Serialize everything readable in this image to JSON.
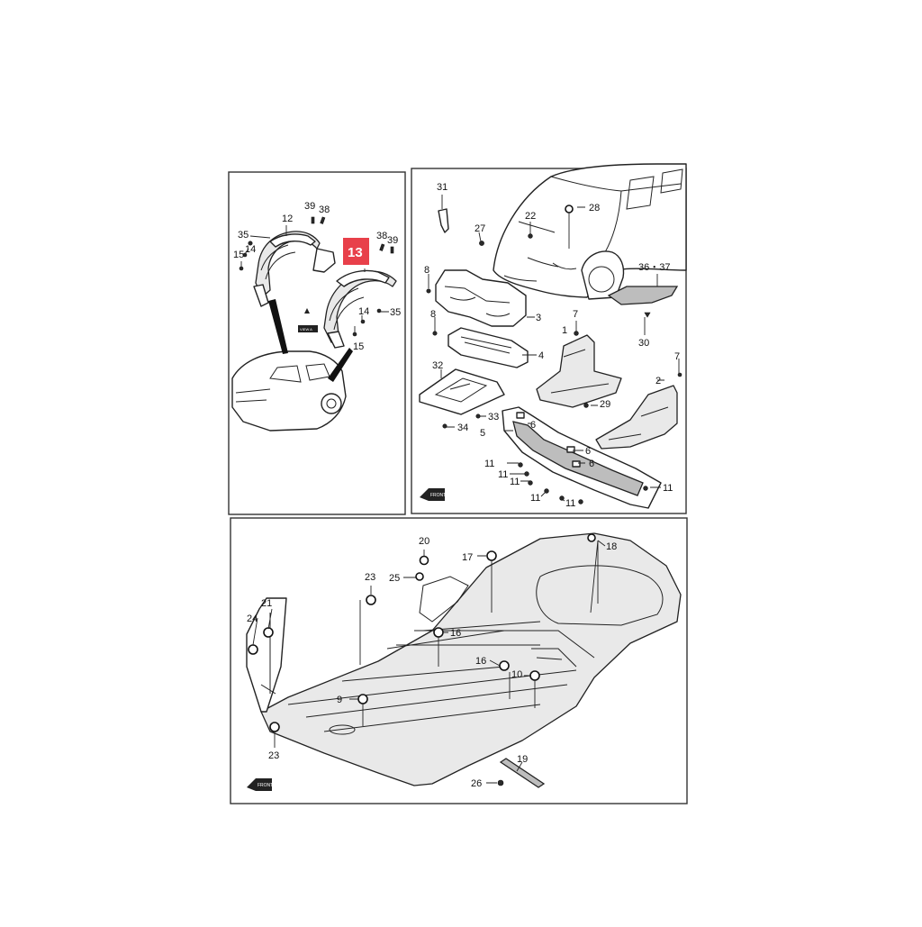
{
  "highlight": {
    "label": "13",
    "color": "#e8404a"
  },
  "callouts_top_left": [
    "39",
    "38",
    "12",
    "35",
    "14",
    "15",
    "38",
    "39",
    "35",
    "14",
    "15"
  ],
  "callouts_top_right": [
    "31",
    "27",
    "22",
    "28",
    "36・37",
    "8",
    "8",
    "3",
    "7",
    "1",
    "30",
    "4",
    "32",
    "7",
    "2",
    "29",
    "33",
    "34",
    "6",
    "5",
    "6",
    "6",
    "11",
    "11",
    "11",
    "11",
    "11",
    "11"
  ],
  "callouts_bottom": [
    "20",
    "17",
    "18",
    "25",
    "23",
    "21",
    "24",
    "16",
    "16",
    "10",
    "9",
    "23",
    "19",
    "26"
  ],
  "direction_arrow": {
    "label": "FRONT",
    "color": "#333333"
  },
  "view_tag": "VIEW A"
}
